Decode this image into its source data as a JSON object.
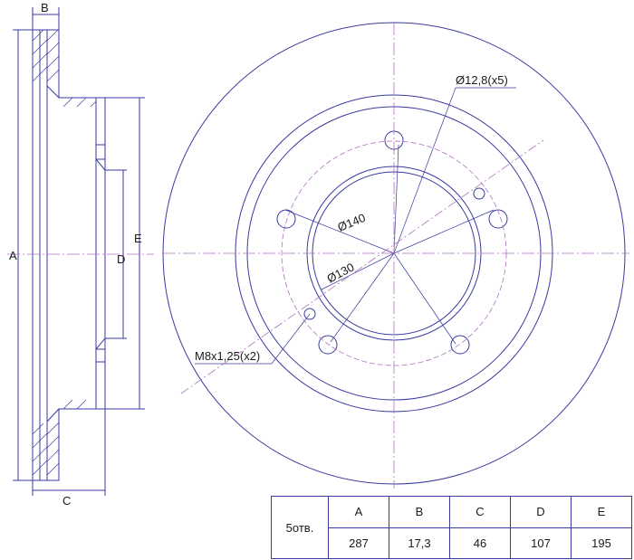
{
  "labels": {
    "a": "A",
    "b": "B",
    "c": "C",
    "d": "D",
    "e": "E",
    "hole_diameter": "Ø12,8(x5)",
    "pcd_140": "Ø140",
    "pcd_130": "Ø130",
    "thread": "M8x1,25(x2)"
  },
  "table": {
    "row_header": "5отв.",
    "columns": [
      "A",
      "B",
      "C",
      "D",
      "E"
    ],
    "values": [
      "287",
      "17,3",
      "46",
      "107",
      "195"
    ]
  },
  "colors": {
    "line": "#3a3aa0",
    "center_line": "#b070c0",
    "text": "#1a1a1a"
  }
}
